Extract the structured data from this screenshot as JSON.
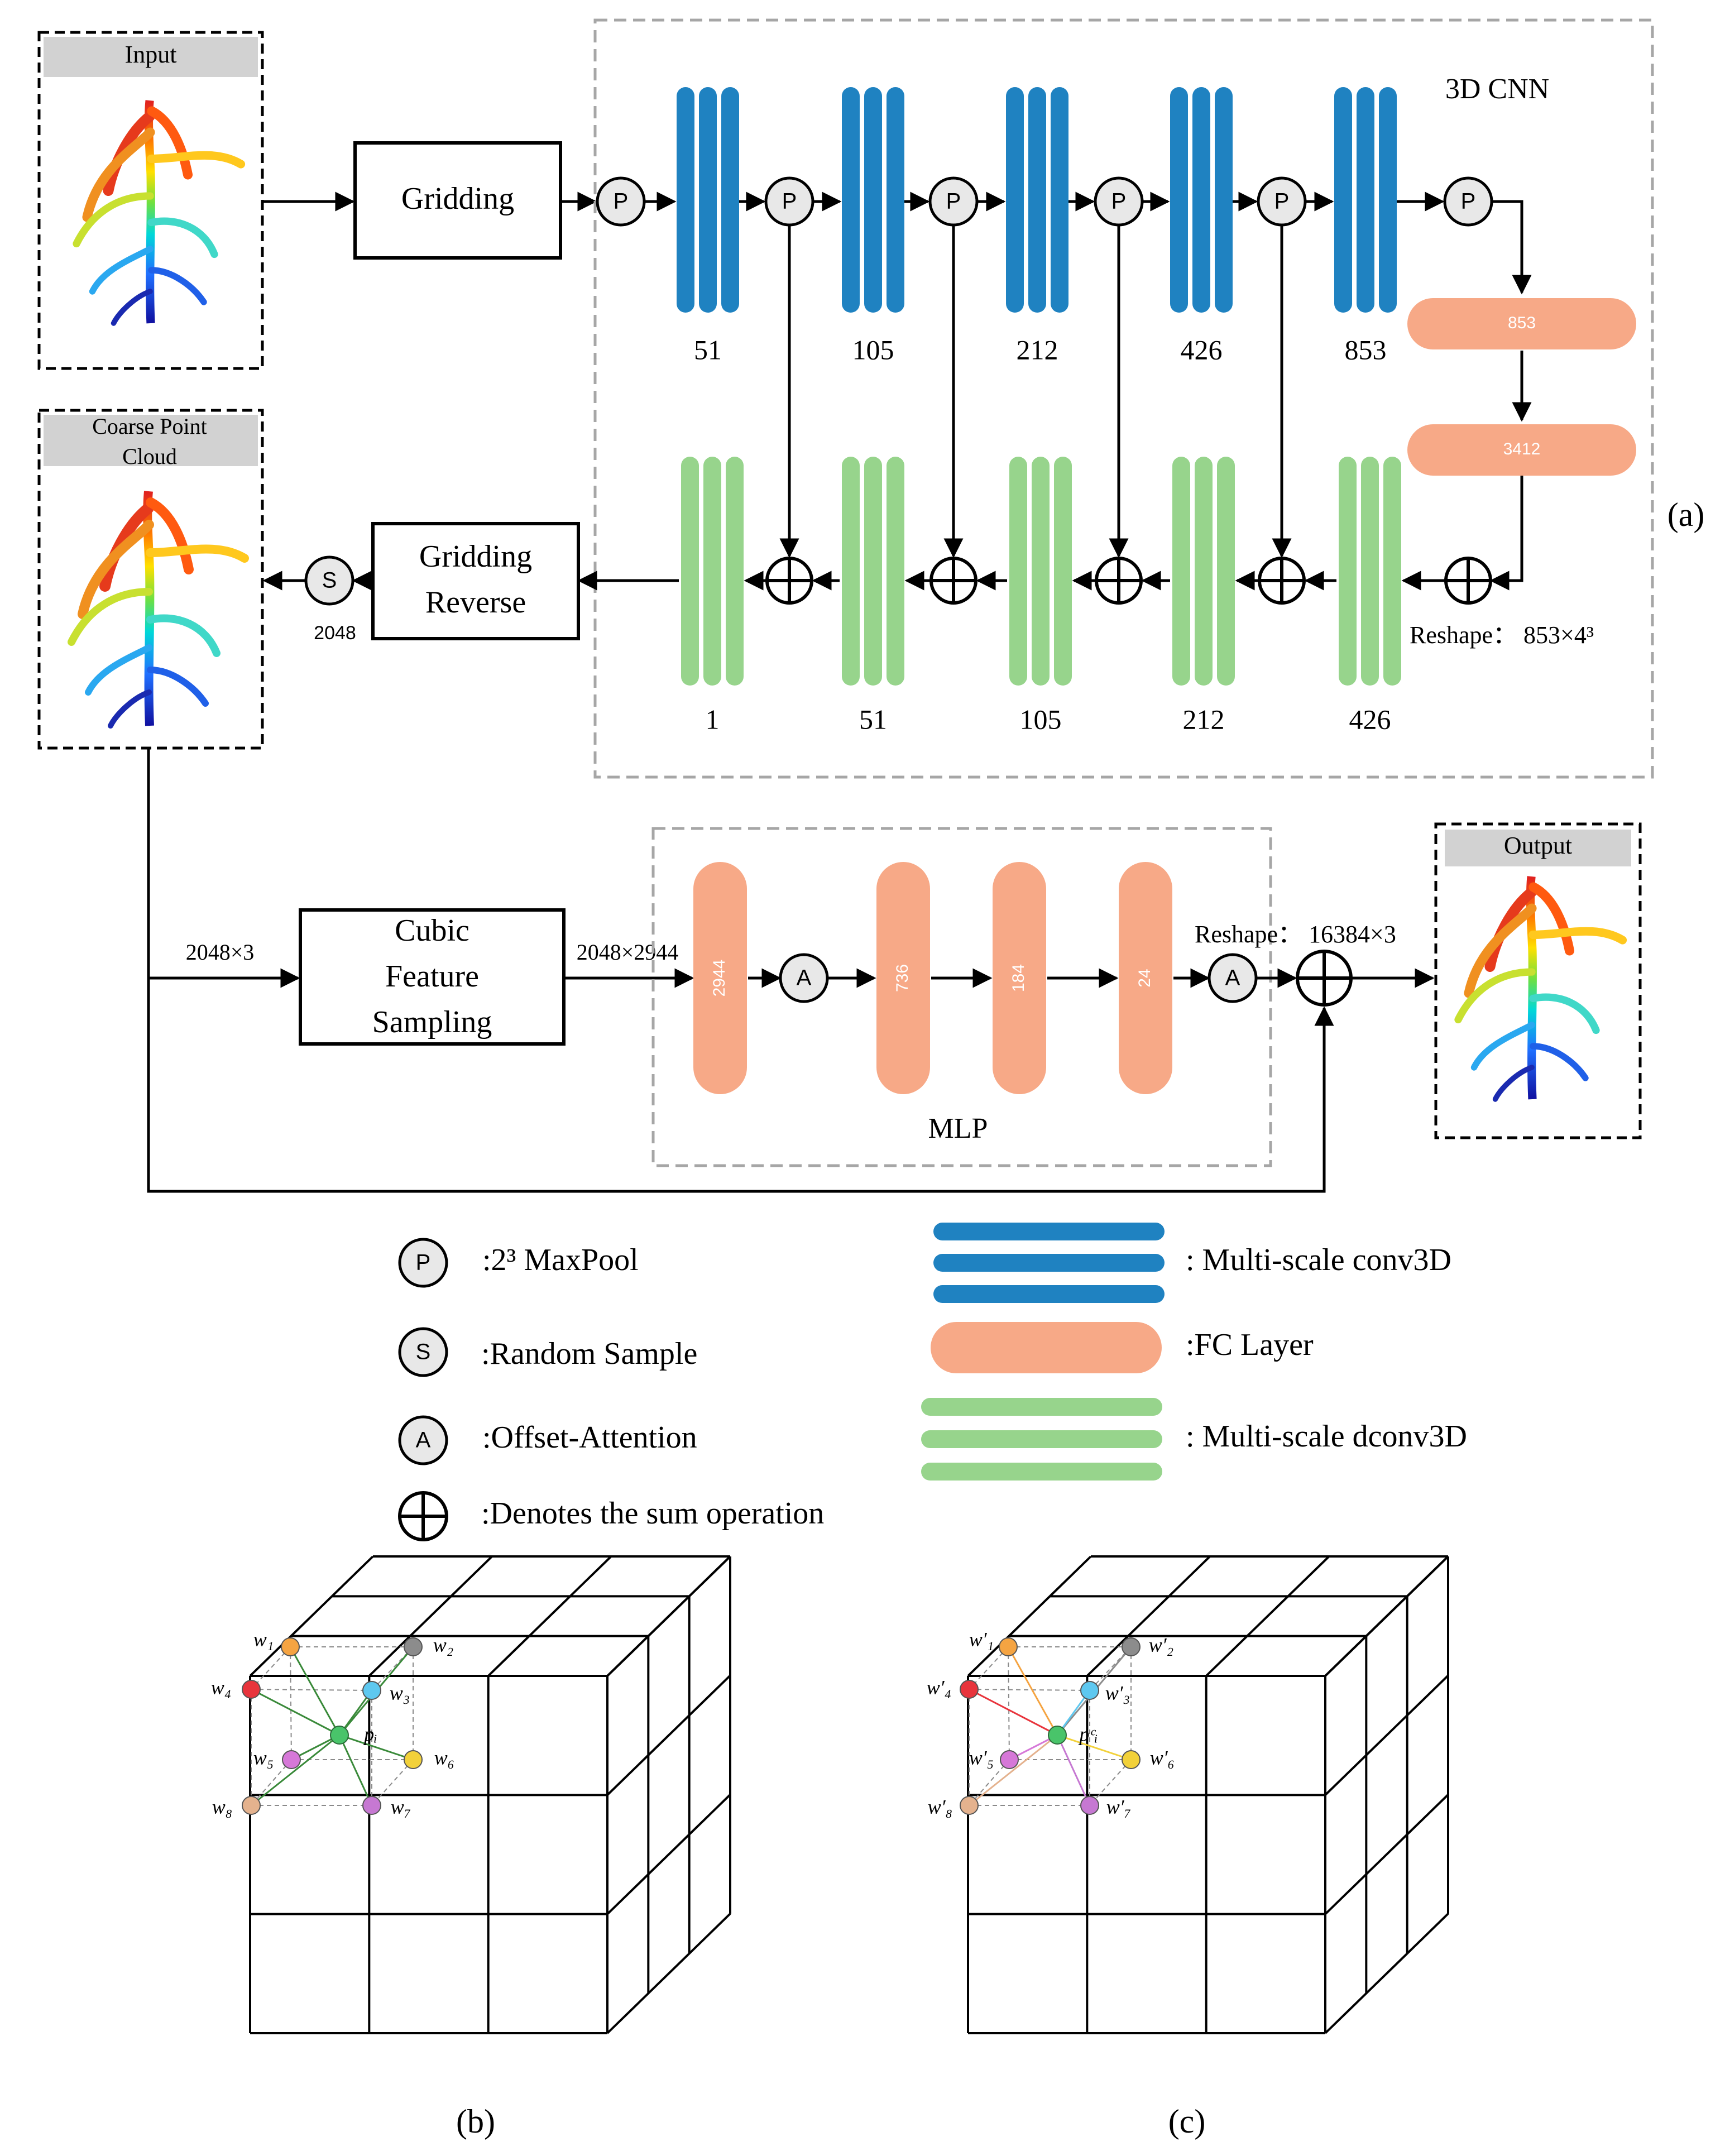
{
  "labels": {
    "input": "Input",
    "coarse_line1": "Coarse Point",
    "coarse_line2": "Cloud",
    "output": "Output",
    "gridding": "Gridding",
    "gridding_reverse_line1": "Gridding",
    "gridding_reverse_line2": "Reverse",
    "cnn_title": "3D CNN",
    "panel_a": "(a)",
    "panel_b": "(b)",
    "panel_c": "(c)",
    "sample_count": "2048",
    "reshape_top": "Reshape： 853×4³",
    "cubic_line1": "Cubic",
    "cubic_line2": "Feature",
    "cubic_line3": "Sampling",
    "in_dim": "2048×3",
    "feat_dim": "2048×2944",
    "reshape_out": "Reshape： 16384×3",
    "mlp": "MLP"
  },
  "symbols": {
    "pool": "P",
    "sample": "S",
    "attention": "A"
  },
  "encoder_channels": [
    "51",
    "105",
    "212",
    "426",
    "853"
  ],
  "decoder_channels": [
    "1",
    "51",
    "105",
    "212",
    "426"
  ],
  "fc_layers": [
    "853",
    "3412"
  ],
  "mlp_layers": [
    "2944",
    "736",
    "184",
    "24"
  ],
  "legend": {
    "pool": ":2³ MaxPool",
    "sample": ":Random Sample",
    "attention": ":Offset-Attention",
    "sum": ":Denotes the sum operation",
    "conv": ": Multi-scale  conv3D",
    "fc": ":FC Layer",
    "dconv": ": Multi-scale  dconv3D"
  },
  "cube_b_weights": [
    "w₁",
    "w₂",
    "w₃",
    "w₄",
    "w₅",
    "w₆",
    "w₇",
    "w₈"
  ],
  "cube_b_point": "pᵢ",
  "cube_c_weights": [
    "w′₁",
    "w′₂",
    "w′₃",
    "w′₄",
    "w′₅",
    "w′₆",
    "w′₇",
    "w′₈"
  ],
  "cube_c_point": "pᶜᵢ",
  "colors": {
    "conv": "#1f82c1",
    "dconv": "#97d48c",
    "fc": "#f7a987",
    "header_gray": "#d2d2d2",
    "symbol_fill": "#e8e8e8",
    "dashed_box": "#a6a6a6",
    "node_colors": [
      "#f5a442",
      "#8c8c8c",
      "#5ec8f0",
      "#e8343c",
      "#d678d8",
      "#f2d13a",
      "#c678d2",
      "#e4b28e"
    ],
    "center_node": "#49c46a"
  }
}
